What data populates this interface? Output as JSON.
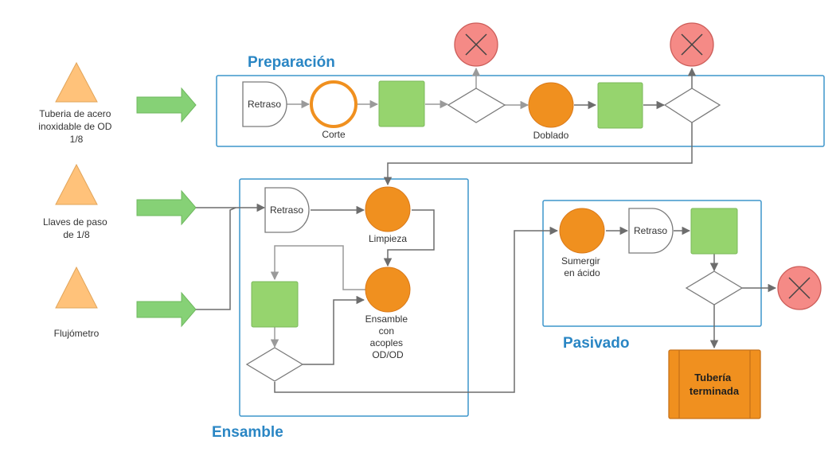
{
  "colors": {
    "operation_orange": "#f0901f",
    "inspection_green": "#96d46e",
    "input_triangle": "#ffc27a",
    "arrow_green": "#86d176",
    "reject_red": "#f58a86",
    "section_border": "#3d95cc",
    "section_title": "#2a86c4",
    "connector": "#6d6d6d"
  },
  "inputs": [
    {
      "label_lines": [
        "Tuberia de acero",
        "inoxidable de OD",
        "1/8"
      ]
    },
    {
      "label_lines": [
        "Llaves de paso",
        "de 1/8"
      ]
    },
    {
      "label_lines": [
        "Flujómetro"
      ]
    }
  ],
  "sections": {
    "preparacion": {
      "title": "Preparación"
    },
    "ensamble": {
      "title": "Ensamble"
    },
    "pasivado": {
      "title": "Pasivado"
    }
  },
  "nodes": {
    "prep_retraso": "Retraso",
    "corte": "Corte",
    "doblado": "Doblado",
    "ens_retraso": "Retraso",
    "limpieza": "Limpieza",
    "ensamble_op": [
      "Ensamble",
      "con",
      "acoples",
      "OD/OD"
    ],
    "sumergir": [
      "Sumergir",
      "en ácido"
    ],
    "pas_retraso": "Retraso",
    "terminada": [
      "Tubería",
      "terminada"
    ]
  }
}
